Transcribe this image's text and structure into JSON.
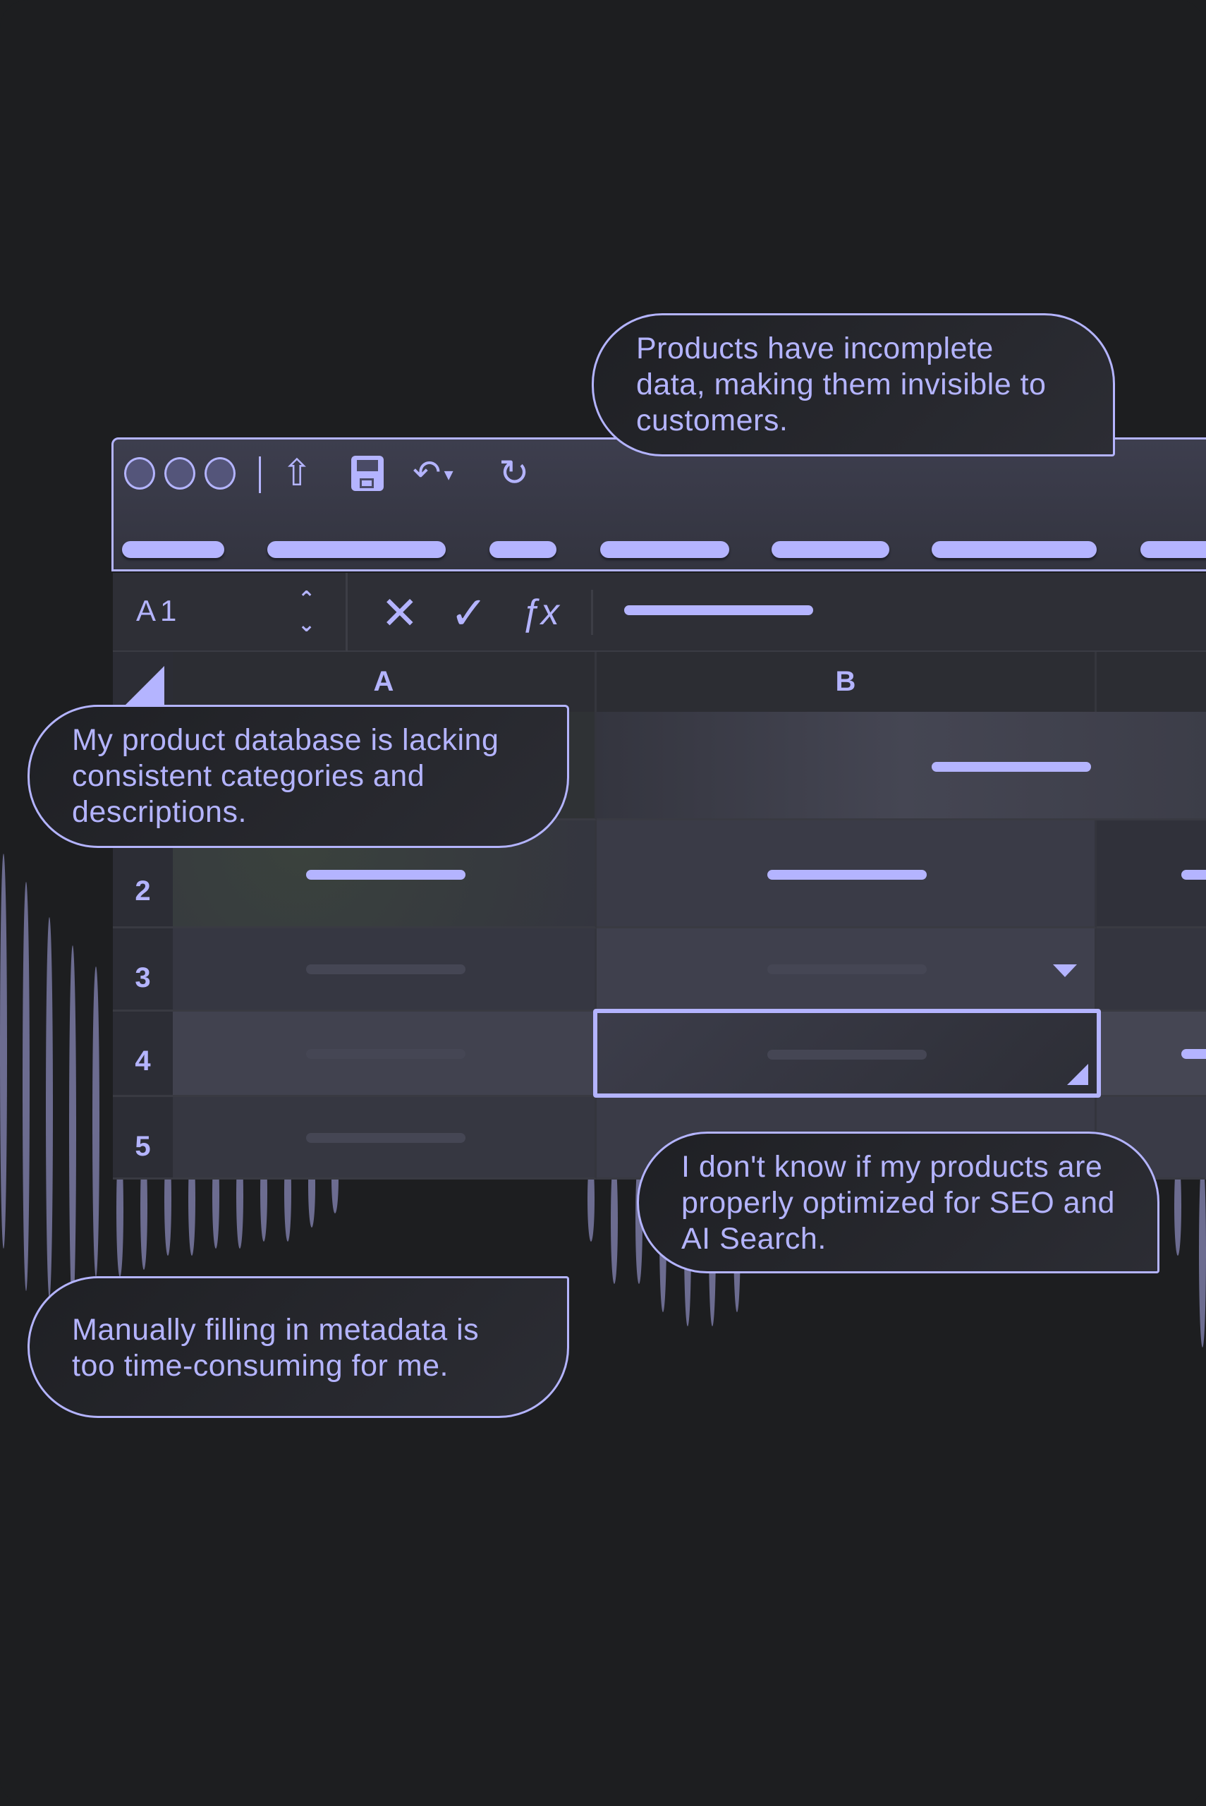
{
  "toolbar": {
    "window_controls": [
      "circle",
      "circle",
      "circle"
    ],
    "icons": [
      "home-icon",
      "save-icon",
      "undo-icon",
      "refresh-icon"
    ]
  },
  "formula_bar": {
    "cell_ref": "A1",
    "cancel_icon": "✕",
    "confirm_icon": "✓",
    "fx_label": "ƒx"
  },
  "grid": {
    "columns": [
      "A",
      "B"
    ],
    "rows": [
      "2",
      "3",
      "4",
      "5"
    ]
  },
  "bubbles": {
    "incomplete_data": "Products have incomplete data, making them invisible to customers.",
    "lacking_categories": "My product database is lacking consistent categories and descriptions.",
    "seo": "I don't know if my products are properly optimized for SEO and AI Search.",
    "manual": "Manually filling in metadata is too time-consuming for me."
  },
  "colors": {
    "accent": "#b4b4ff",
    "background": "#1d1e20",
    "panel": "#3a3b47"
  }
}
